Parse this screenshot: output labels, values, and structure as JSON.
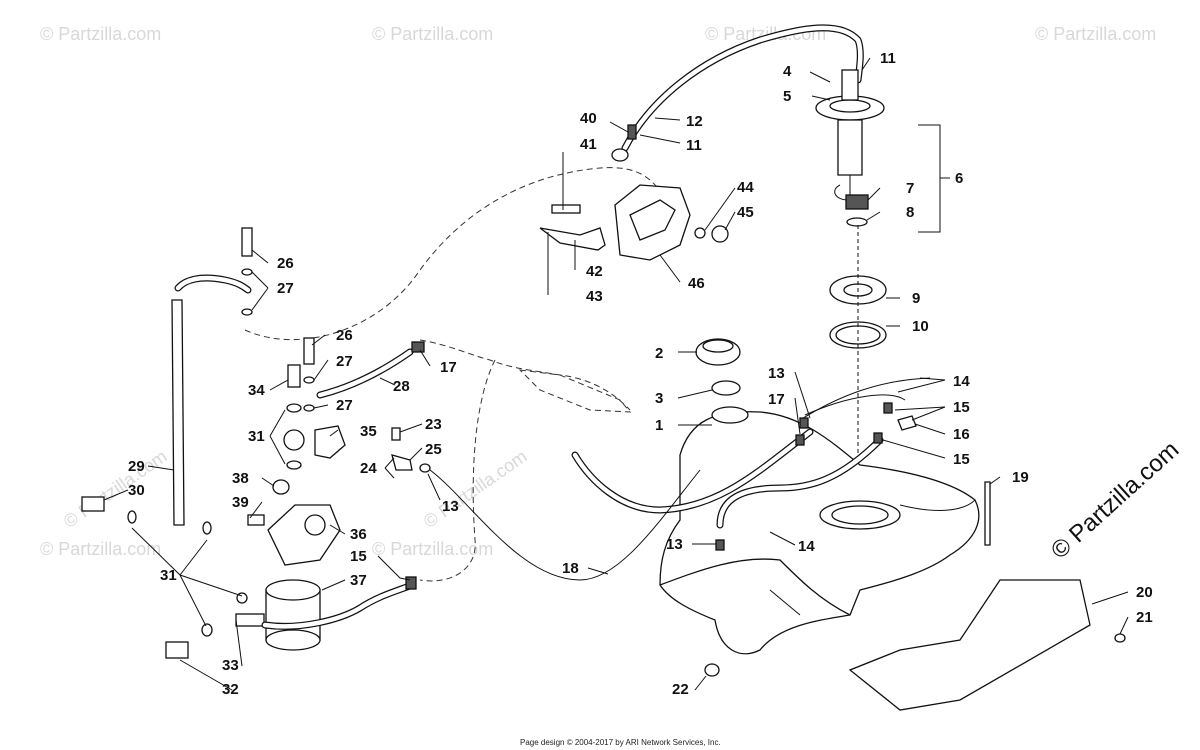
{
  "watermark": "© Partzilla.com",
  "brand": "© Partzilla.com",
  "footer": "Page design © 2004-2017 by ARI Network Services, Inc.",
  "callouts": {
    "c1": "1",
    "c2": "2",
    "c3": "3",
    "c4": "4",
    "c5": "5",
    "c6": "6",
    "c7": "7",
    "c8": "8",
    "c9": "9",
    "c10": "10",
    "c11a": "11",
    "c11b": "11",
    "c12": "12",
    "c13a": "13",
    "c13b": "13",
    "c13c": "13",
    "c14a": "14",
    "c14b": "14",
    "c15a": "15",
    "c15b": "15",
    "c15c": "15",
    "c16": "16",
    "c17a": "17",
    "c17b": "17",
    "c18": "18",
    "c19": "19",
    "c20": "20",
    "c21": "21",
    "c22": "22",
    "c23": "23",
    "c24": "24",
    "c25": "25",
    "c26a": "26",
    "c26b": "26",
    "c27a": "27",
    "c27b": "27",
    "c27c": "27",
    "c28": "28",
    "c29": "29",
    "c30": "30",
    "c31a": "31",
    "c31b": "31",
    "c32": "32",
    "c33": "33",
    "c34": "34",
    "c35": "35",
    "c36": "36",
    "c37": "37",
    "c38": "38",
    "c39": "39",
    "c40": "40",
    "c41": "41",
    "c42": "42",
    "c43": "43",
    "c44": "44",
    "c45": "45",
    "c46": "46"
  }
}
